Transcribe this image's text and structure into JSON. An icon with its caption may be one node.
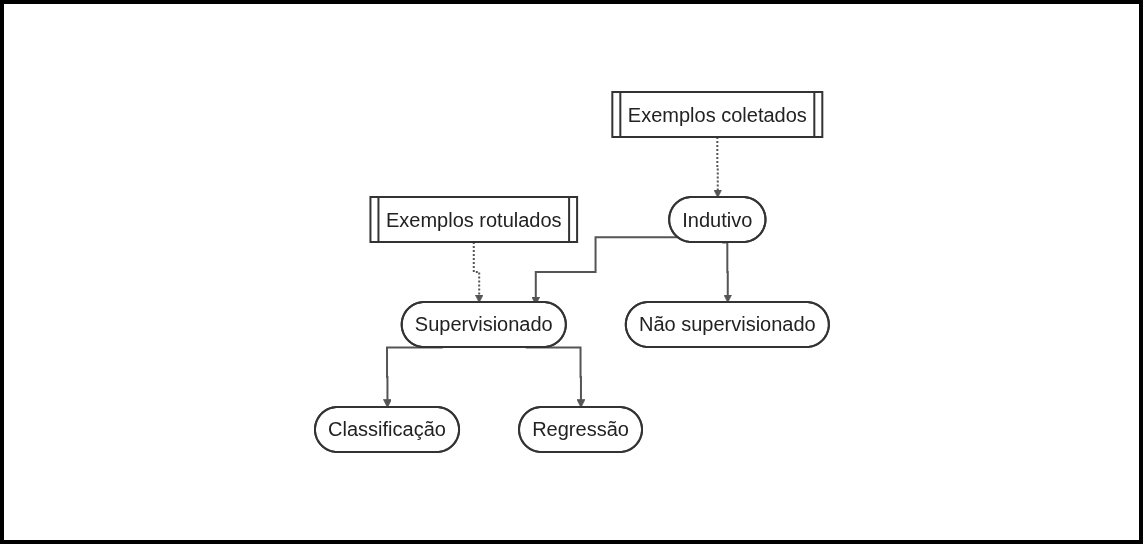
{
  "diagram": {
    "nodes": [
      {
        "text": [
          "Exemplos coletados"
        ]
      },
      {
        "text": [
          "Indutivo"
        ]
      },
      {
        "text": [
          "Exemplos rotulados"
        ]
      },
      {
        "text": [
          "Supervisionado"
        ]
      },
      {
        "text": [
          "Não supervisionado"
        ]
      },
      {
        "text": [
          "Classificação"
        ]
      },
      {
        "text": [
          "Regressão"
        ]
      }
    ],
    "edges": [
      {
        "from": 0,
        "to": 1,
        "arrow": "to",
        "style": "dashed"
      },
      {
        "from": 1,
        "to": 3,
        "arrow": "to"
      },
      {
        "from": 1,
        "to": 4,
        "arrow": "to"
      },
      {
        "from": 2,
        "to": 3,
        "arrow": "to",
        "style": "dashed"
      },
      {
        "from": 3,
        "to": 5,
        "arrow": "to"
      },
      {
        "from": 3,
        "to": 6,
        "arrow": "to"
      }
    ]
  }
}
